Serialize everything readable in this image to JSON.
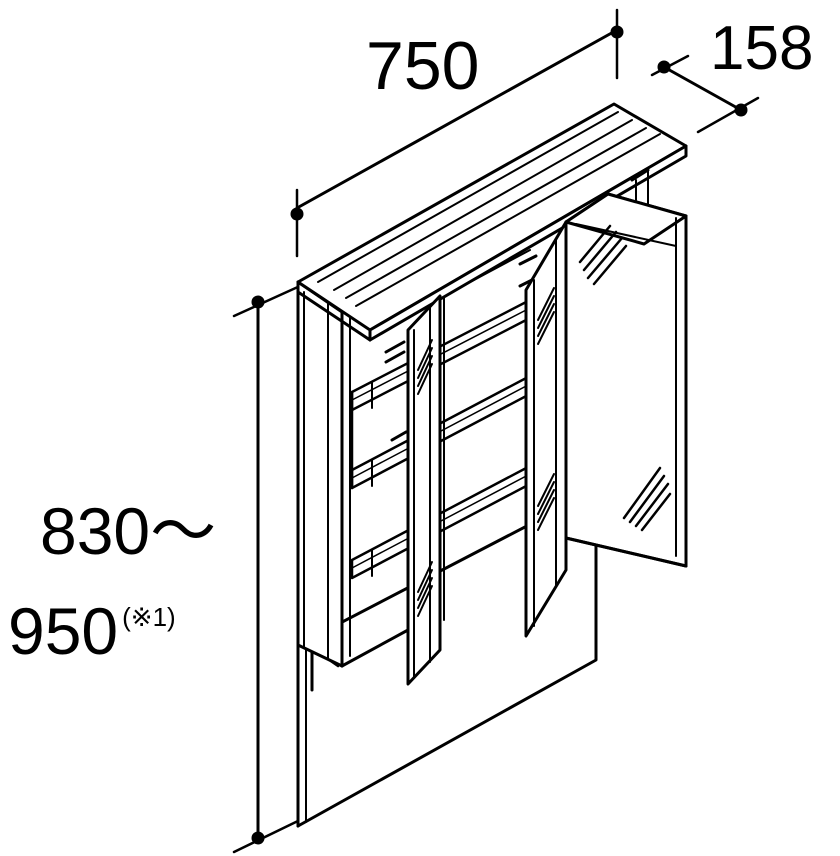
{
  "dimensions": {
    "width": "750",
    "depth": "158",
    "height_min": "830〜",
    "height_max": "950",
    "height_note": "(※1)"
  },
  "colors": {
    "line": "#000000",
    "background": "#ffffff"
  }
}
